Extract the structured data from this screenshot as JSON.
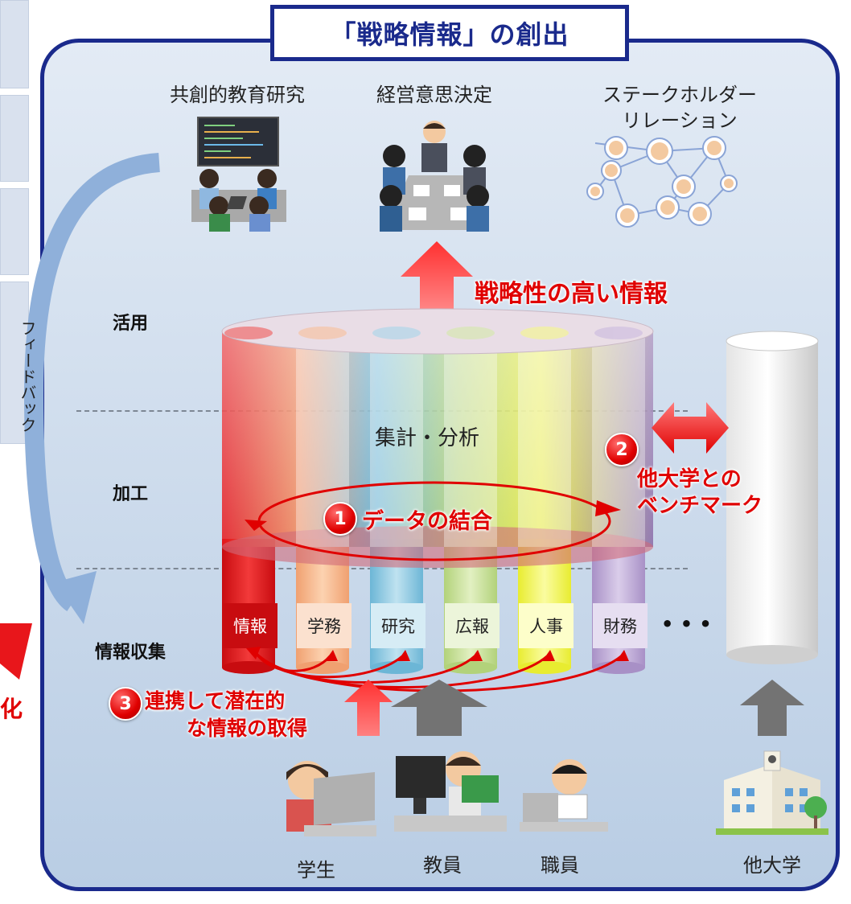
{
  "title": "「戦略情報」の創出",
  "outcomes": {
    "co_creation": "共創的教育研究",
    "management": "経営意思決定",
    "stakeholder_line1": "ステークホルダー",
    "stakeholder_line2": "リレーション"
  },
  "strategic_info": "戦略性の高い情報",
  "stages": {
    "use": "活用",
    "process": "加工",
    "collect": "情報収集"
  },
  "aggregate": "集計・分析",
  "feedback": "フィードバック",
  "callouts": {
    "c1_num": "1",
    "c1_text": "データの結合",
    "c2_num": "2",
    "c2_line1": "他大学との",
    "c2_line2": "ベンチマーク",
    "c3_num": "3",
    "c3_line1": "連携して潜在的",
    "c3_line2": "な情報の取得"
  },
  "categories": [
    "情報",
    "学務",
    "研究",
    "広報",
    "人事",
    "財務"
  ],
  "ellipsis": "• • •",
  "sources": [
    "学生",
    "教員",
    "職員"
  ],
  "other_univ": "他大学",
  "left_clip_char": "化",
  "colors": {
    "border": "#1a2a8c",
    "accent_red": "#e00000",
    "column_colors": [
      "#e8161b",
      "#f4a46f",
      "#5fb0d2",
      "#b3d36e",
      "#eef03a",
      "#a88ec4"
    ]
  }
}
